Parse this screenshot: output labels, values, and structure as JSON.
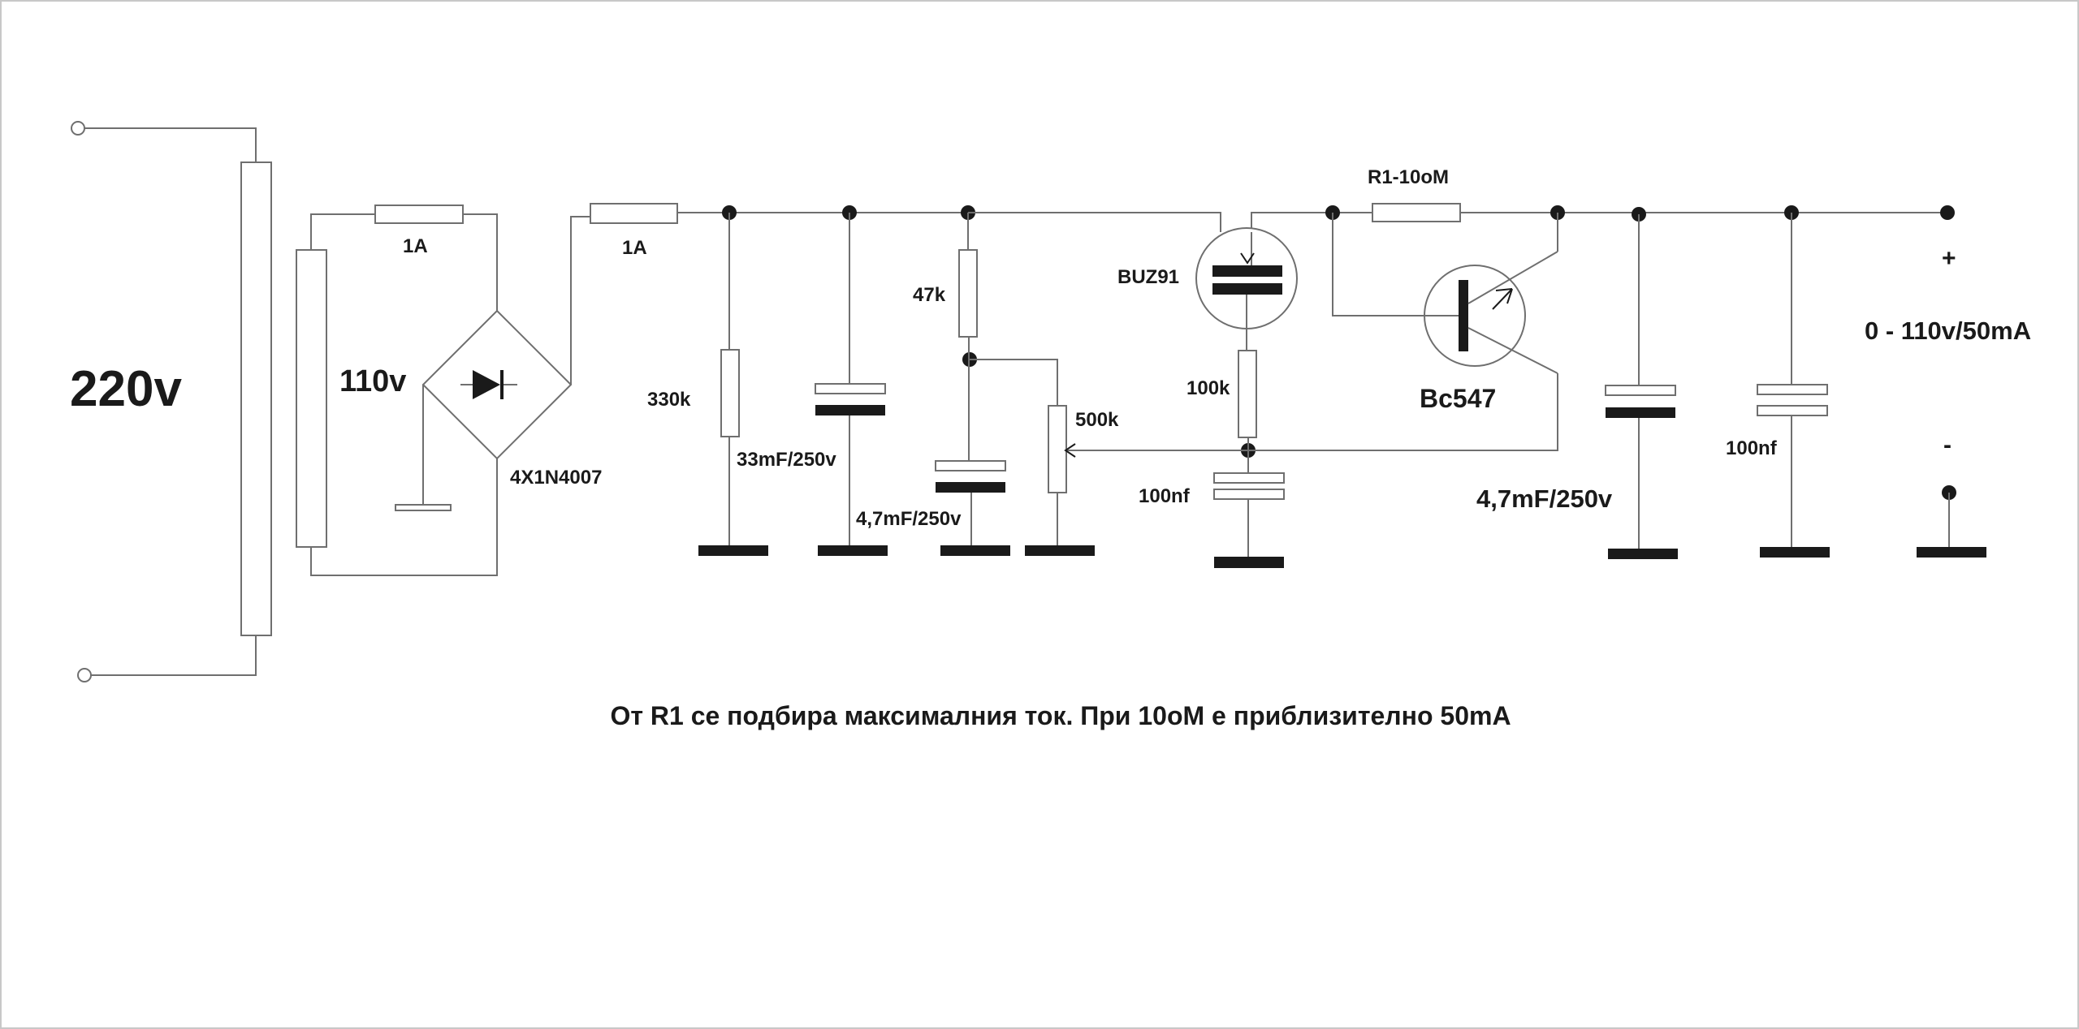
{
  "labels": {
    "mains": "220v",
    "secondary": "110v",
    "fuse1": "1A",
    "fuse2": "1A",
    "bridge": "4X1N4007",
    "r330": "330k",
    "c33": "33mF/250v",
    "r47": "47k",
    "c47a": "4,7mF/250v",
    "pot": "500k",
    "mosfet": "BUZ91",
    "r100": "100k",
    "c100a": "100nf",
    "r1": "R1-10oM",
    "transistor": "Bc547",
    "c47b": "4,7mF/250v",
    "c100b": "100nf",
    "plus": "+",
    "minus": "-",
    "output": "0 - 110v/50mA"
  },
  "note": "От R1 се подбира максималния ток. При 10oM е приблизително 50mA",
  "colors": {
    "wire": "#6f6f6f",
    "ink": "#1a1a1a",
    "frame": "#c8c8c8"
  }
}
